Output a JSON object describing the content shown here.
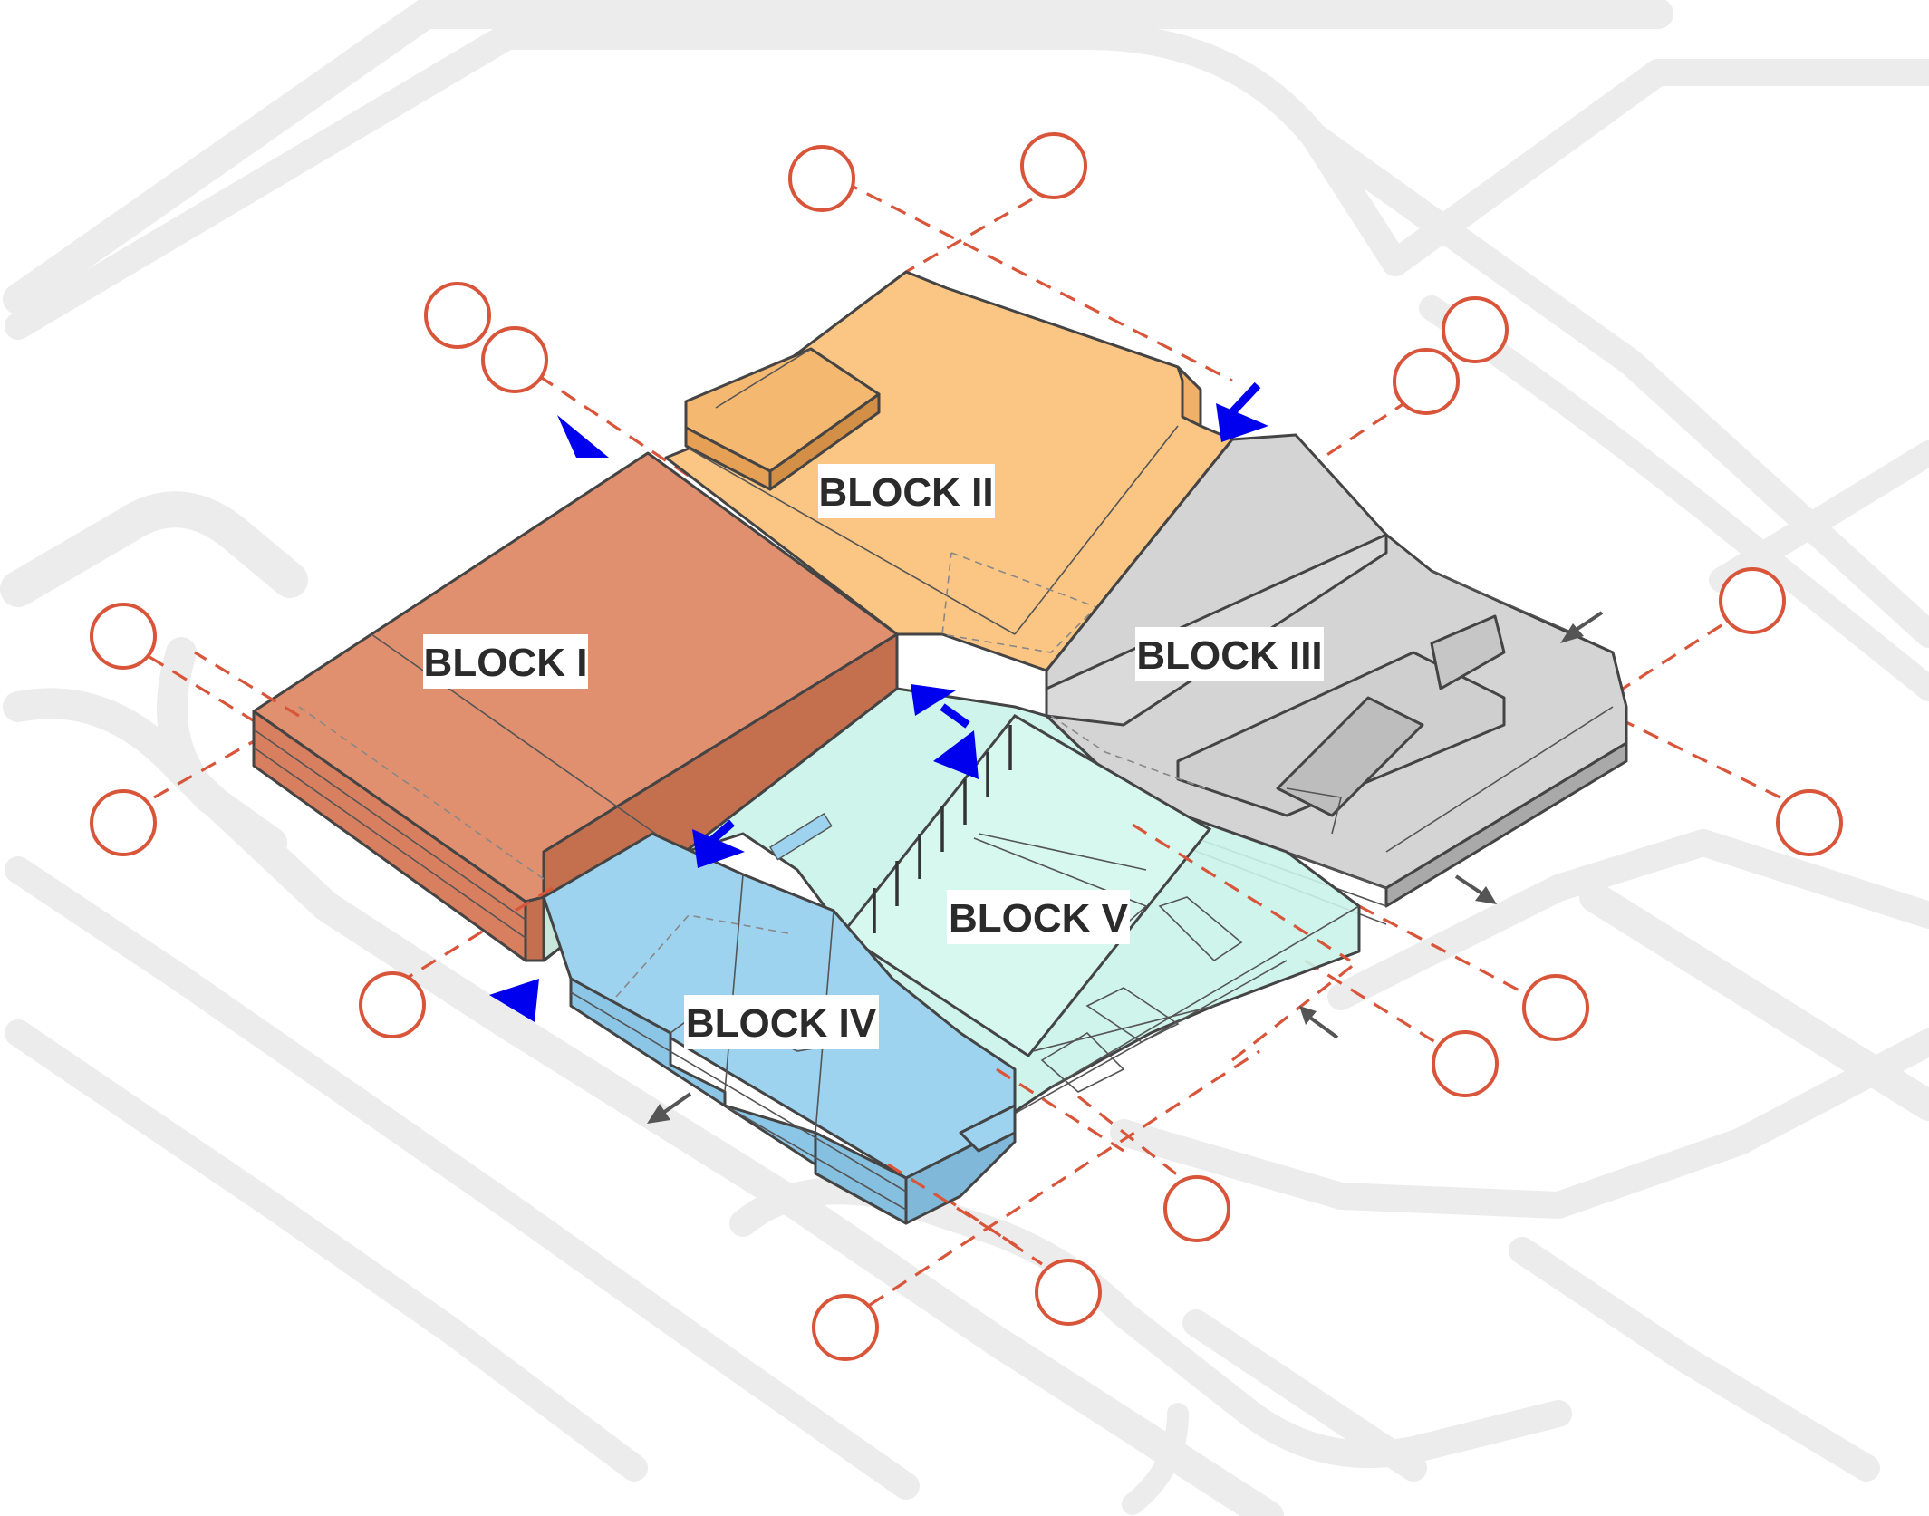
{
  "blocks": [
    {
      "id": "block-1",
      "label": "BLOCK I",
      "color": "#e0906f"
    },
    {
      "id": "block-2",
      "label": "BLOCK II",
      "color": "#fbc684"
    },
    {
      "id": "block-3",
      "label": "BLOCK III",
      "color": "#d4d4d4"
    },
    {
      "id": "block-4",
      "label": "BLOCK IV",
      "color": "#9dd3ef"
    },
    {
      "id": "block-5",
      "label": "BLOCK V",
      "color": "#c9f3e9"
    }
  ],
  "colors": {
    "grid_axis": "#d9553a",
    "main_entry_arrow": "#0000ee",
    "service_arrow": "#555555",
    "road": "#ececec"
  },
  "icons": {
    "grid_bubble": "grid-axis-bubble",
    "main_entry": "entry-arrow-icon",
    "service": "service-arrow-icon"
  }
}
